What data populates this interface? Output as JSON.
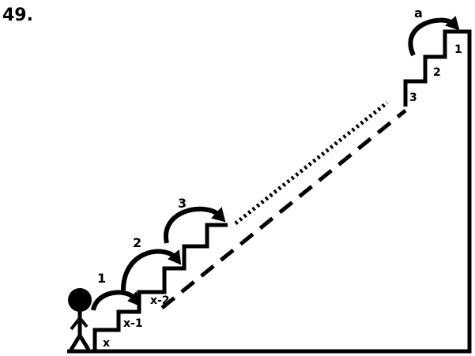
{
  "problem_number": "49.",
  "top_jump_label": "a",
  "bottom_jump_labels": [
    "1",
    "2",
    "3"
  ],
  "bottom_step_labels": [
    "x",
    "x-1",
    "x-2"
  ],
  "top_step_labels": [
    "1",
    "2",
    "3"
  ],
  "colors": {
    "ink": "#000000",
    "background": "#ffffff"
  }
}
